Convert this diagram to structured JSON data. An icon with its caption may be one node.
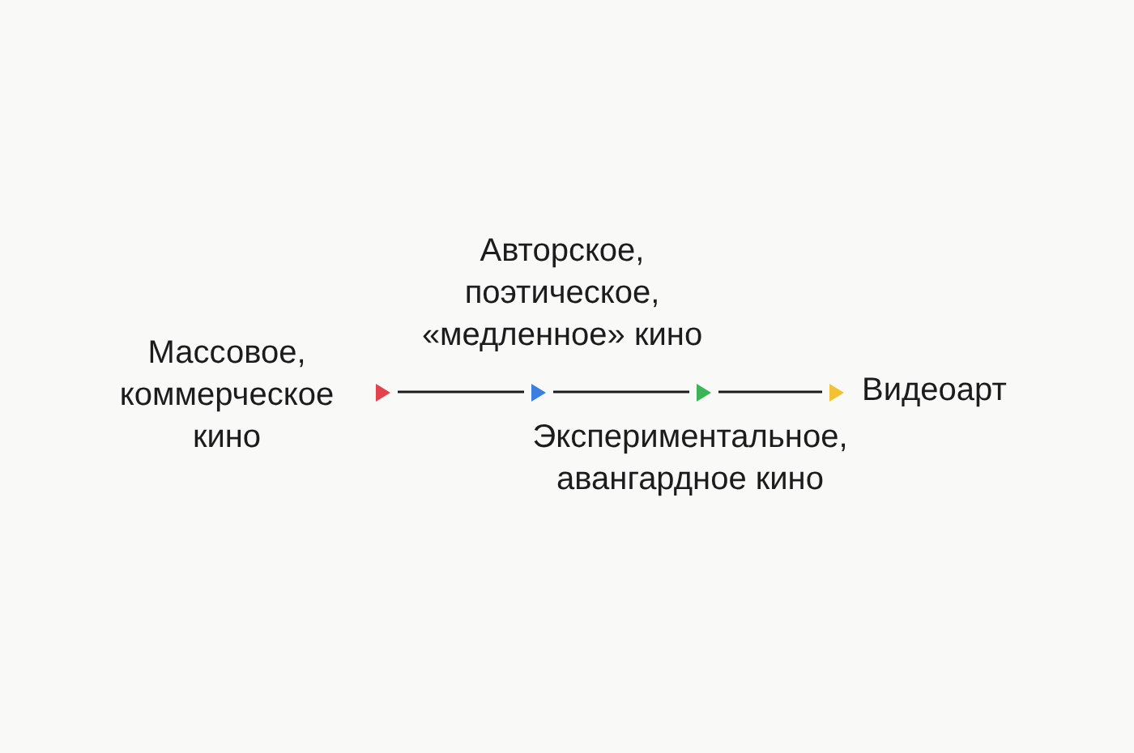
{
  "diagram": {
    "nodes": [
      {
        "text": [],
        "shape": "triangle",
        "beside": [
          "Массовое, коммерческое кино"
        ]
      },
      {
        "text": [],
        "shape": "triangle",
        "beside": [
          "Авторское, поэтическое, «медленное» кино"
        ]
      },
      {
        "text": [],
        "shape": "triangle",
        "beside": [
          "Экспериментальное, авангардное кино"
        ]
      },
      {
        "text": [],
        "shape": "triangle",
        "beside": [
          "Видеоарт"
        ]
      }
    ],
    "edges": [
      {
        "from": 0,
        "to": 1,
        "arrow": "none"
      },
      {
        "from": 1,
        "to": 2,
        "arrow": "none"
      },
      {
        "from": 2,
        "to": 3,
        "arrow": "none"
      }
    ]
  }
}
